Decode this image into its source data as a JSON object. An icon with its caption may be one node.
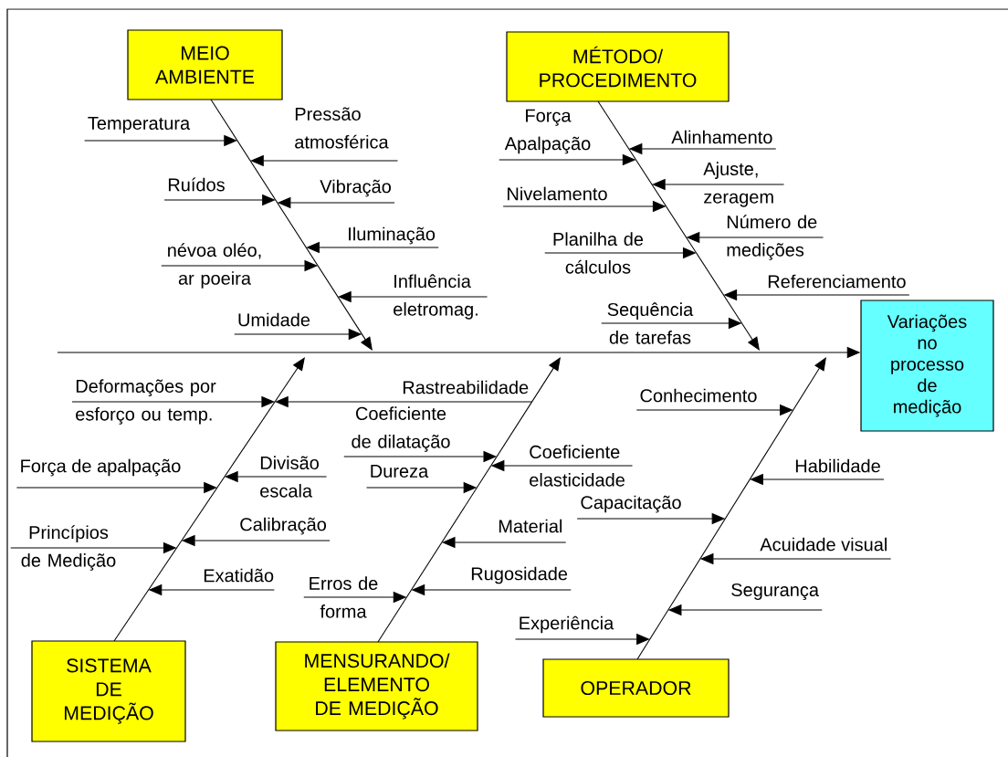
{
  "diagram": {
    "nodes": [
      {
        "text": [
          "MEIO AMBIENTE"
        ]
      },
      {
        "text": [
          "MÉTODO/ PROCEDIMENTO"
        ]
      },
      {
        "text": [
          "Variações no processo de medição"
        ]
      },
      {
        "text": [
          "SISTEMA DE MEDIÇÃO"
        ]
      },
      {
        "text": [
          "MENSURANDO/ ELEMENTO DE MEDIÇÃO"
        ]
      },
      {
        "text": [
          "OPERADOR"
        ]
      },
      {
        "text": [
          "Temperatura"
        ]
      },
      {
        "text": [
          "Pressão atmosférica"
        ]
      },
      {
        "text": [
          "Ruídos"
        ]
      },
      {
        "text": [
          "Vibração"
        ]
      },
      {
        "text": [
          "Iluminação"
        ]
      },
      {
        "text": [
          "névoa oléo, ar poeira"
        ]
      },
      {
        "text": [
          "Influência eletromag."
        ]
      },
      {
        "text": [
          "Umidade"
        ]
      },
      {
        "text": [
          "Força Apalpação"
        ]
      },
      {
        "text": [
          "Alinhamento"
        ]
      },
      {
        "text": [
          "Ajuste, zeragem"
        ]
      },
      {
        "text": [
          "Nivelamento"
        ]
      },
      {
        "text": [
          "Número de medições"
        ]
      },
      {
        "text": [
          "Planilha de cálculos"
        ]
      },
      {
        "text": [
          "Referenciamento"
        ]
      },
      {
        "text": [
          "Sequência de tarefas"
        ]
      },
      {
        "text": [
          "Deformações por esforço ou temp."
        ]
      },
      {
        "text": [
          "Rastreabilidade"
        ]
      },
      {
        "text": [
          "Coeficiente de dilatação"
        ]
      },
      {
        "text": [
          "Divisão escala"
        ]
      },
      {
        "text": [
          "Força de apalpação"
        ]
      },
      {
        "text": [
          "Dureza"
        ]
      },
      {
        "text": [
          "Princípios de Medição"
        ]
      },
      {
        "text": [
          "Calibração"
        ]
      },
      {
        "text": [
          "Exatidão"
        ]
      },
      {
        "text": [
          "Coeficiente elasticidade"
        ]
      },
      {
        "text": [
          "Capacitação"
        ]
      },
      {
        "text": [
          "Material"
        ]
      },
      {
        "text": [
          "Rugosidade"
        ]
      },
      {
        "text": [
          "Erros de forma"
        ]
      },
      {
        "text": [
          "Conhecimento"
        ]
      },
      {
        "text": [
          "Habilidade"
        ]
      },
      {
        "text": [
          "Acuidade visual"
        ]
      },
      {
        "text": [
          "Segurança"
        ]
      },
      {
        "text": [
          "Experiência"
        ]
      }
    ],
    "edges": [
      {
        "from": null,
        "to": 2,
        "arrow": "to"
      },
      {
        "from": 0,
        "to": null,
        "arrow": "to"
      },
      {
        "from": 1,
        "to": null,
        "arrow": "to"
      },
      {
        "from": 3,
        "to": null,
        "arrow": "to"
      },
      {
        "from": 4,
        "to": null,
        "arrow": "to"
      },
      {
        "from": 5,
        "to": null,
        "arrow": "to"
      },
      {
        "from": 6,
        "to": null,
        "arrow": "to"
      },
      {
        "from": 7,
        "to": null,
        "arrow": "to"
      },
      {
        "from": 8,
        "to": null,
        "arrow": "to"
      },
      {
        "from": 9,
        "to": null,
        "arrow": "to"
      },
      {
        "from": 10,
        "to": null,
        "arrow": "to"
      },
      {
        "from": 11,
        "to": null,
        "arrow": "to"
      },
      {
        "from": 12,
        "to": null,
        "arrow": "to"
      },
      {
        "from": 13,
        "to": null,
        "arrow": "to"
      },
      {
        "from": 14,
        "to": null,
        "arrow": "to"
      },
      {
        "from": 15,
        "to": null,
        "arrow": "to"
      },
      {
        "from": 16,
        "to": null,
        "arrow": "to"
      },
      {
        "from": 17,
        "to": null,
        "arrow": "to"
      },
      {
        "from": 18,
        "to": null,
        "arrow": "to"
      },
      {
        "from": 19,
        "to": null,
        "arrow": "to"
      },
      {
        "from": 20,
        "to": null,
        "arrow": "to"
      },
      {
        "from": 21,
        "to": null,
        "arrow": "to"
      },
      {
        "from": 22,
        "to": null,
        "arrow": "to"
      },
      {
        "from": 23,
        "to": null,
        "arrow": "to"
      },
      {
        "from": 24,
        "to": null,
        "arrow": "to"
      },
      {
        "from": 25,
        "to": null,
        "arrow": "to"
      },
      {
        "from": 26,
        "to": null,
        "arrow": "to"
      },
      {
        "from": 27,
        "to": null,
        "arrow": "to"
      },
      {
        "from": 28,
        "to": null,
        "arrow": "to"
      },
      {
        "from": 29,
        "to": null,
        "arrow": "to"
      },
      {
        "from": 30,
        "to": null,
        "arrow": "to"
      },
      {
        "from": 31,
        "to": null,
        "arrow": "to"
      },
      {
        "from": 32,
        "to": null,
        "arrow": "to"
      },
      {
        "from": 33,
        "to": null,
        "arrow": "to"
      },
      {
        "from": 34,
        "to": null,
        "arrow": "to"
      },
      {
        "from": 35,
        "to": null,
        "arrow": "to"
      },
      {
        "from": 36,
        "to": null,
        "arrow": "to"
      },
      {
        "from": 37,
        "to": null,
        "arrow": "to"
      },
      {
        "from": 38,
        "to": null,
        "arrow": "to"
      },
      {
        "from": 39,
        "to": null,
        "arrow": "to"
      },
      {
        "from": 40,
        "to": null,
        "arrow": "to"
      }
    ]
  }
}
